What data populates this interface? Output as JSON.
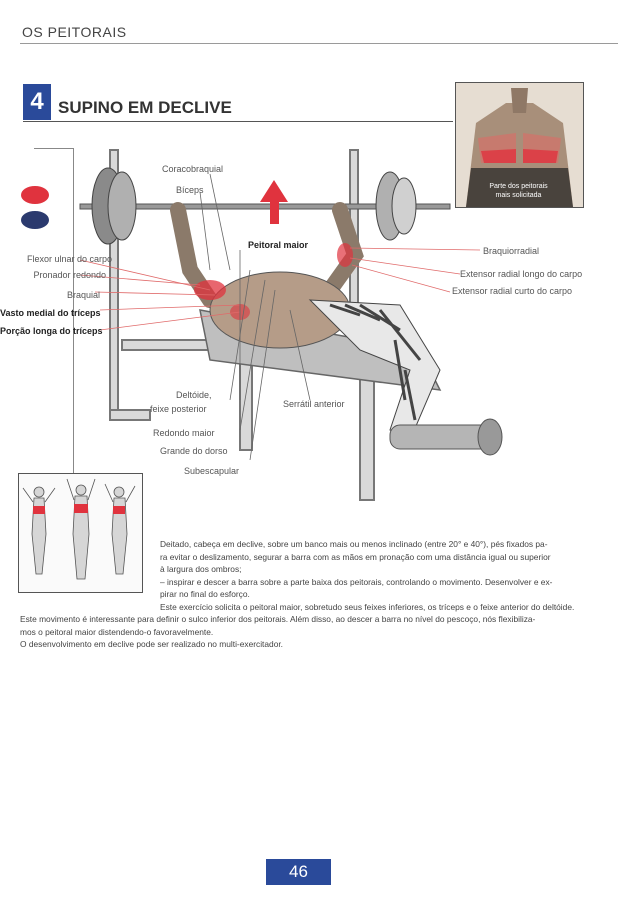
{
  "header": {
    "section": "OS PEITORAIS"
  },
  "exercise": {
    "number": "4",
    "title": "SUPINO EM DECLIVE",
    "inset_caption_line1": "Parte dos peitorais",
    "inset_caption_line2": "mais solicitada"
  },
  "labels": {
    "coracobraquial": "Coracobraquial",
    "biceps": "Bíceps",
    "peitoral_maior": "Peitoral maior",
    "flexor_ulnar": "Flexor ulnar do carpo",
    "pronador_redondo": "Pronador redondo",
    "braquial": "Braquial",
    "vasto_medial": "Vasto medial do tríceps",
    "porcao_longa": "Porção longa do tríceps",
    "braquiorradial": "Braquiorradial",
    "extensor_longo": "Extensor radial longo do carpo",
    "extensor_curto": "Extensor radial curto do carpo",
    "deltoide_1": "Deltóide,",
    "deltoide_2": "feixe posterior",
    "serratil": "Serrátil anterior",
    "redondo_maior": "Redondo maior",
    "grande_dorso": "Grande do dorso",
    "subescapular": "Subescapular"
  },
  "text": {
    "p1_l1": "Deitado, cabeça em declive, sobre um banco mais ou menos inclinado (entre 20° e 40°), pés fixados pa-",
    "p1_l2": "ra evitar o deslizamento, segurar a barra com as mãos em pronação com uma distância igual ou superior",
    "p1_l3": "à largura dos ombros;",
    "p1_l4": "– inspirar e descer a barra sobre a parte baixa dos peitorais, controlando o movimento. Desenvolver e ex-",
    "p1_l5": "pirar no final do esforço.",
    "p2_l1": "Este exercício solicita o peitoral maior, sobretudo seus feixes inferiores, os tríceps e o feixe anterior do deltóide.",
    "p3_l1": "Este movimento é interessante para definir o sulco inferior dos peitorais. Além disso, ao descer a barra no nível do pescoço, nós flexibiliza-",
    "p3_l2": "mos o peitoral maior distendendo-o favoravelmente.",
    "p4_l1": "O desenvolvimento em declive pode ser realizado no multi-exercitador."
  },
  "footer": {
    "page_number": "46"
  },
  "colors": {
    "accent_blue": "#2a4a9a",
    "muscle_red": "#e0333e",
    "navy": "#2b3a6e"
  }
}
